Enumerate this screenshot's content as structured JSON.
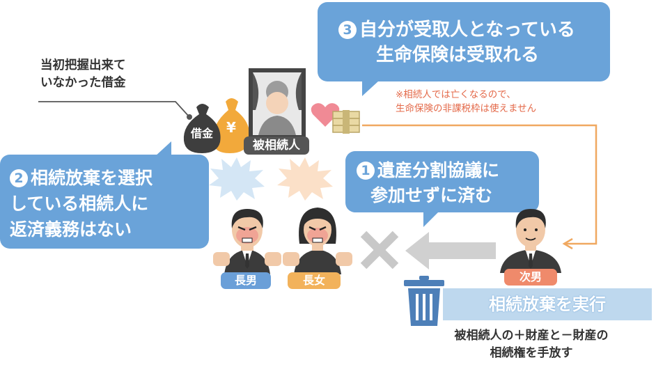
{
  "bubbles": {
    "item3": {
      "number": "3",
      "line1": "自分が受取人となっている",
      "line2": "生命保険は受取れる"
    },
    "item2": {
      "number": "2",
      "line1": "相続放棄を選択",
      "line2": "している相続人に",
      "line3": "返済義務はない"
    },
    "item1": {
      "number": "1",
      "line1": "遺産分割協議に",
      "line2": "参加せずに済む"
    }
  },
  "note": {
    "line1": "※相続人では亡くなるので、",
    "line2": "生命保険の非課税枠は使えません"
  },
  "debt_callout": {
    "line1": "当初把握出来て",
    "line2": "いなかった借金"
  },
  "money_bag": {
    "label": "借金",
    "yen_symbol": "¥"
  },
  "people": {
    "deceased": "被相続人",
    "eldest_son": "長男",
    "eldest_daughter": "長女",
    "second_son": "次男"
  },
  "action": {
    "label": "相続放棄を実行"
  },
  "caption": {
    "line1": "被相続人の＋財産と－財産の",
    "line2": "相続権を手放す"
  },
  "icons": [
    "money-bag-icon",
    "portrait-icon",
    "heart-icon",
    "cash-stack-icon",
    "cross-mark-icon",
    "left-arrow-icon",
    "trash-bin-icon",
    "angry-burst-icon"
  ],
  "colors": {
    "bubble_blue": "#6aa3d9",
    "note_red": "#e46a4a",
    "arrow_orange": "#f0a860",
    "tag_gray": "#555555",
    "tag_blue": "#6a9fd8",
    "tag_orange": "#f2b25b",
    "tag_salmon": "#ef8a6b",
    "action_bg": "#bed8ee"
  }
}
